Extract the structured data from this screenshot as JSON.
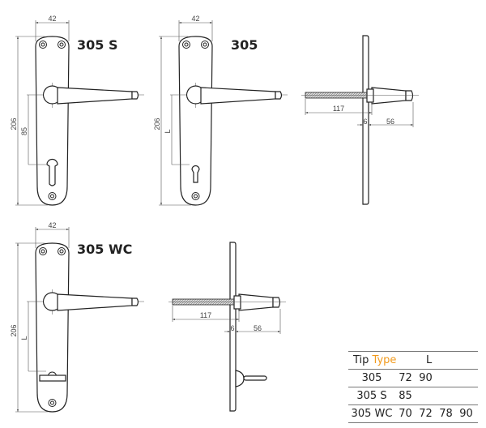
{
  "drawings": [
    {
      "title": "305 S",
      "width": "42",
      "height": "206",
      "distance": "85"
    },
    {
      "title": "305",
      "width": "42",
      "height": "206",
      "distance": "L"
    },
    {
      "title": "305 WC",
      "width": "42",
      "height": "206",
      "distance": "L"
    }
  ],
  "side_views": [
    {
      "spindle": "117",
      "rose": "6",
      "handle": "56"
    },
    {
      "spindle": "117",
      "rose": "6",
      "handle": "56"
    }
  ],
  "table": {
    "header": {
      "tip": "Tip",
      "type": "Type",
      "l": "L"
    },
    "accent": "#f29a1c",
    "rows": [
      {
        "type": "305",
        "values": [
          "72",
          "90"
        ]
      },
      {
        "type": "305 S",
        "values": [
          "85"
        ]
      },
      {
        "type": "305 WC",
        "values": [
          "70",
          "72",
          "78",
          "90"
        ]
      }
    ]
  }
}
